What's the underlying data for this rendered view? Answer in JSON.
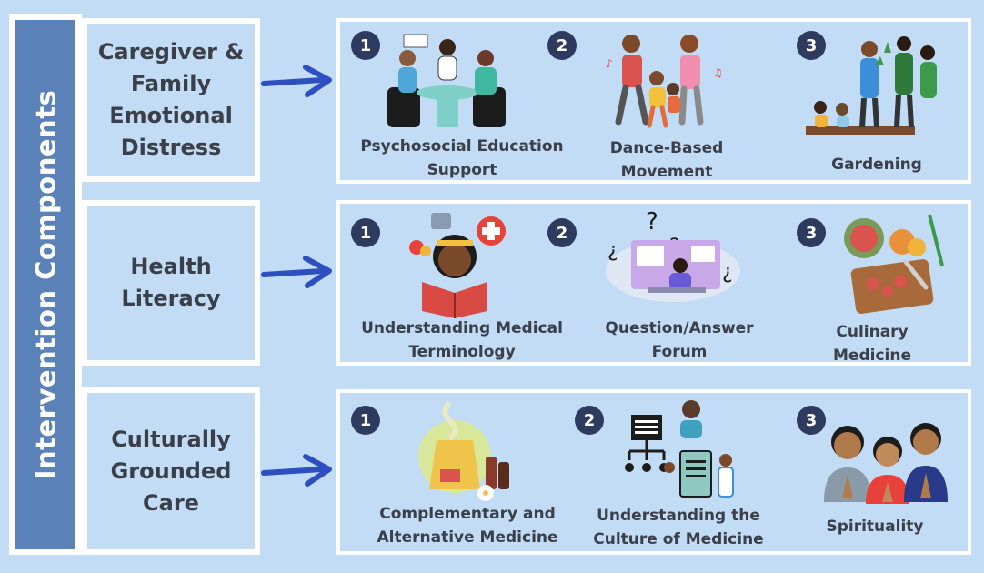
{
  "side_title": "Intervention Components",
  "rows": [
    {
      "label": "Caregiver &\nFamily\nEmotional\nDistress",
      "items": [
        {
          "num": "1",
          "caption": "Psychosocial Education\nSupport"
        },
        {
          "num": "2",
          "caption": "Dance-Based\nMovement"
        },
        {
          "num": "3",
          "caption": "Gardening"
        }
      ]
    },
    {
      "label": "Health\nLiteracy",
      "items": [
        {
          "num": "1",
          "caption": "Understanding Medical\nTerminology"
        },
        {
          "num": "2",
          "caption": "Question/Answer\nForum"
        },
        {
          "num": "3",
          "caption": "Culinary\nMedicine"
        }
      ]
    },
    {
      "label": "Culturally\nGrounded\nCare",
      "items": [
        {
          "num": "1",
          "caption": "Complementary and\nAlternative Medicine"
        },
        {
          "num": "2",
          "caption": "Understanding the\nCulture of Medicine"
        },
        {
          "num": "3",
          "caption": "Spirituality"
        }
      ]
    }
  ],
  "icons": {
    "r0i0": "counseling-session-icon",
    "r0i1": "family-dancing-icon",
    "r0i2": "family-gardening-icon",
    "r1i0": "reading-medical-book-icon",
    "r1i1": "online-forum-icon",
    "r1i2": "cutting-board-vegetables-icon",
    "r2i0": "aromatherapy-candle-icon",
    "r2i1": "medical-hierarchy-icon",
    "r2i2": "praying-people-icon"
  }
}
